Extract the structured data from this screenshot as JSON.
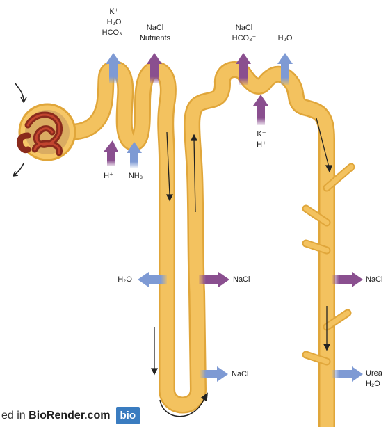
{
  "labels": {
    "pct_out_1": [
      "K⁺",
      "H₂O",
      "HCO₃⁻"
    ],
    "pct_out_2": [
      "NaCl",
      "Nutrients"
    ],
    "pct_in_1": "H⁺",
    "pct_in_2": "NH₃",
    "dct_out_1": [
      "NaCl",
      "HCO₃⁻"
    ],
    "dct_out_2": "H₂O",
    "dct_in": [
      "K⁺",
      "H⁺"
    ],
    "descending_out": "H₂O",
    "ascending_out": "NaCl",
    "collecting_out": "NaCl",
    "loop_bottom_out": "NaCl",
    "collecting_bottom_out": [
      "Urea",
      "H₂O"
    ]
  },
  "footer": {
    "prefix": "ed in ",
    "brand": "BioRender.com",
    "badge": "bio"
  },
  "colors": {
    "tubule": "#f3c25f",
    "tubule_outline": "#e0a63a",
    "outward_arrow_blue": "#7e9ad4",
    "purple_arrow": "#8a4f8f",
    "glomerulus": "#8a2a1c",
    "capsule": "#f6c767"
  }
}
